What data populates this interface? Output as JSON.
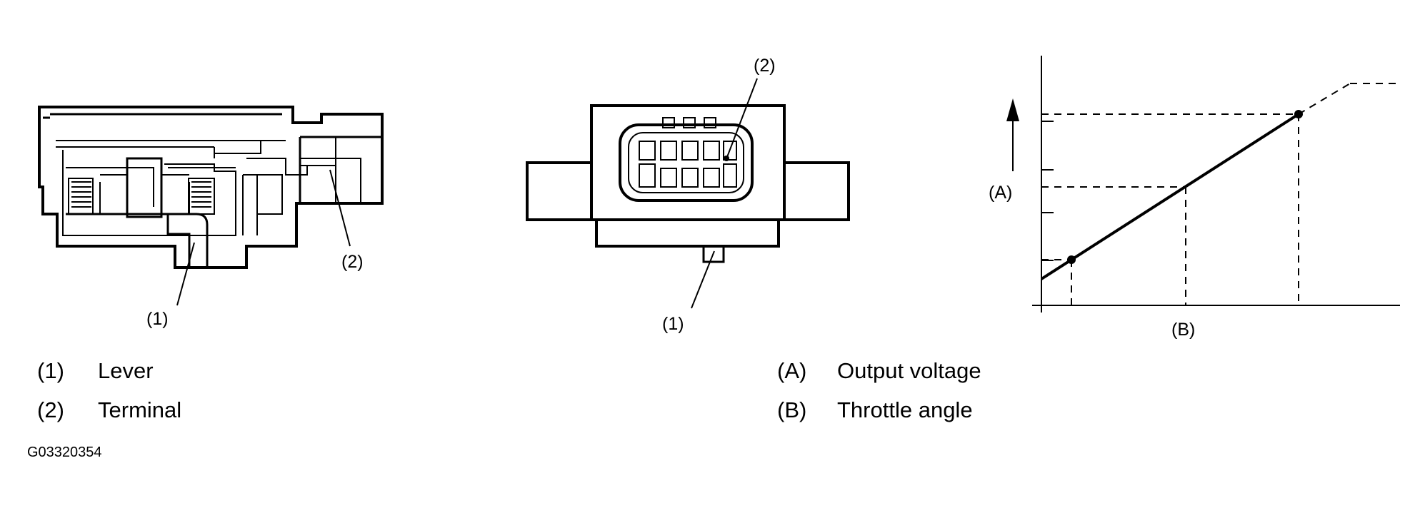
{
  "sensor_side": {
    "callout_1": "(1)",
    "callout_2": "(2)"
  },
  "sensor_front": {
    "callout_1": "(1)",
    "callout_2": "(2)"
  },
  "graph": {
    "y_label": "(A)",
    "x_label": "(B)"
  },
  "legend_left": [
    {
      "key": "(1)",
      "text": "Lever"
    },
    {
      "key": "(2)",
      "text": "Terminal"
    }
  ],
  "legend_right": [
    {
      "key": "(A)",
      "text": "Output voltage"
    },
    {
      "key": "(B)",
      "text": "Throttle angle"
    }
  ],
  "figure_id": "G03320354"
}
